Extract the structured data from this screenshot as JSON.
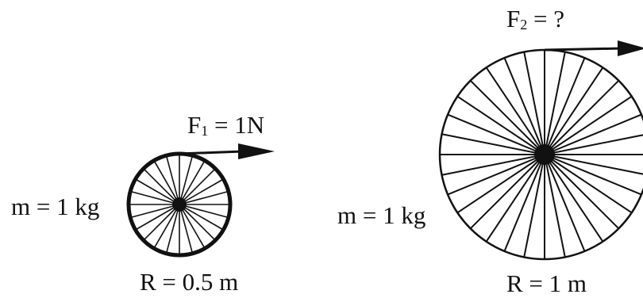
{
  "wheels": [
    {
      "force": {
        "name": "F",
        "index": "1",
        "rest": " = 1N"
      },
      "mass": "m = 1 kg",
      "radius": "R = 0.5 m"
    },
    {
      "force": {
        "name": "F",
        "index": "2",
        "rest": " = ?"
      },
      "mass": "m = 1 kg",
      "radius": "R = 1 m"
    }
  ],
  "colors": {
    "ink": "#111111",
    "background": "#ffffff"
  }
}
